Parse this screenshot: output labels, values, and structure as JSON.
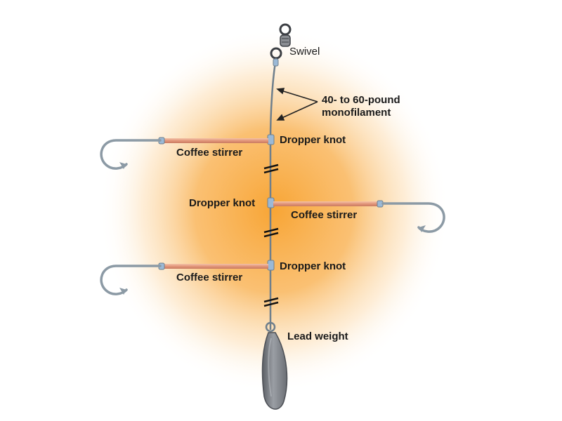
{
  "labels": {
    "swivel": "Swivel",
    "monofilament_line1": "40- to 60-pound",
    "monofilament_line2": "monofilament",
    "dropper_knot_1": "Dropper knot",
    "dropper_knot_2": "Dropper knot",
    "dropper_knot_3": "Dropper knot",
    "coffee_stirrer_1": "Coffee stirrer",
    "coffee_stirrer_2": "Coffee stirrer",
    "coffee_stirrer_3": "Coffee stirrer",
    "lead_weight": "Lead weight"
  },
  "colors": {
    "glow": "#f7a93b",
    "line": "#6f7f8c",
    "stirrer": "#e6a484",
    "hook": "#8c9aa5",
    "knot": "#9bb9d6",
    "weight": "#7b7e84",
    "text": "#1a1a1a"
  }
}
